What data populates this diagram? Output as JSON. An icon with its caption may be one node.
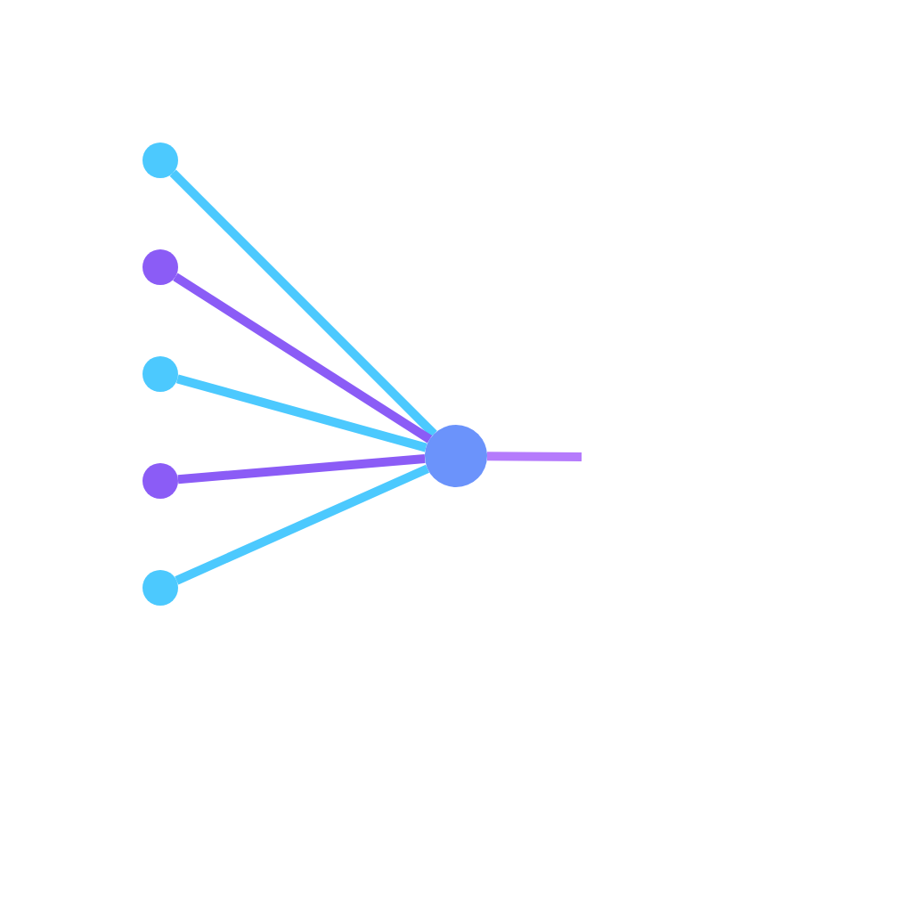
{
  "diagram": {
    "nodes": [
      {
        "text": [],
        "shape": "circle"
      },
      {
        "text": [],
        "shape": "circle"
      },
      {
        "text": [],
        "shape": "circle"
      },
      {
        "text": [],
        "shape": "circle"
      },
      {
        "text": [],
        "shape": "circle"
      },
      {
        "text": [],
        "shape": "circle"
      }
    ],
    "edges": [
      {
        "from": 0,
        "to": 5,
        "arrow": "none"
      },
      {
        "from": 1,
        "to": 5,
        "arrow": "none",
        "color": "#8b5cf6"
      },
      {
        "from": 2,
        "to": 5,
        "arrow": "none"
      },
      {
        "from": 3,
        "to": 5,
        "arrow": "none",
        "color": "#8b5cf6"
      },
      {
        "from": 4,
        "to": 5,
        "arrow": "none"
      },
      {
        "from": 5,
        "to": null,
        "arrow": "none",
        "color": "#b57bfc"
      }
    ]
  }
}
